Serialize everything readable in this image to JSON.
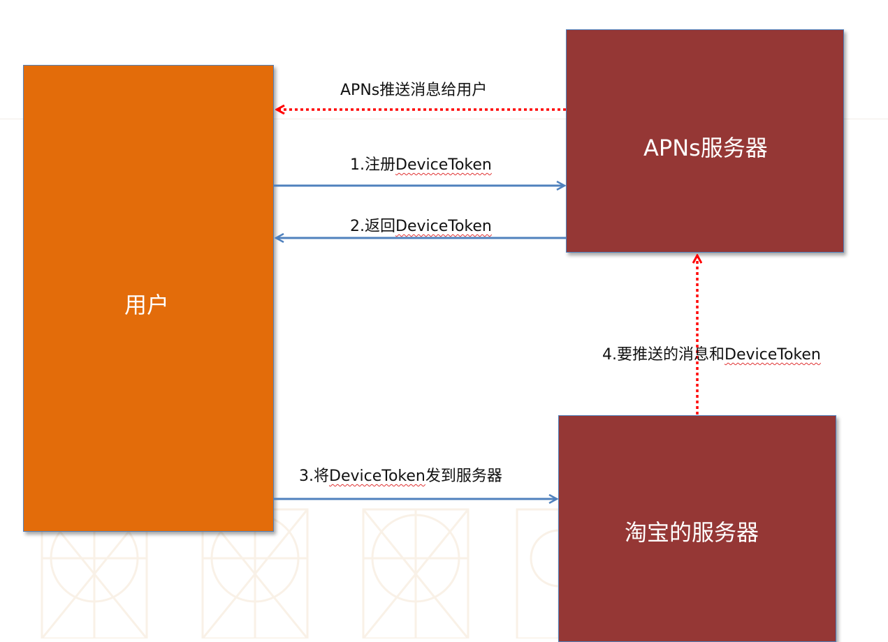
{
  "nodes": {
    "user": "用户",
    "apns": "APNs服务器",
    "taobao": "淘宝的服务器"
  },
  "edges": {
    "push_to_user": "APNs推送消息给用户",
    "step1_prefix": "1.注册",
    "step1_token": "DeviceToken",
    "step2_prefix": "2.返回",
    "step2_token": "DeviceToken",
    "step3_prefix": "3.将",
    "step3_token": "DeviceToken",
    "step3_suffix": "发到服务器",
    "step4_prefix": "4.要推送的消息和",
    "step4_token": "DeviceToken"
  },
  "colors": {
    "user_box": "#e36c0a",
    "server_box": "#953735",
    "solid_arrow": "#4f81bd",
    "dotted_arrow": "#ff0000"
  }
}
